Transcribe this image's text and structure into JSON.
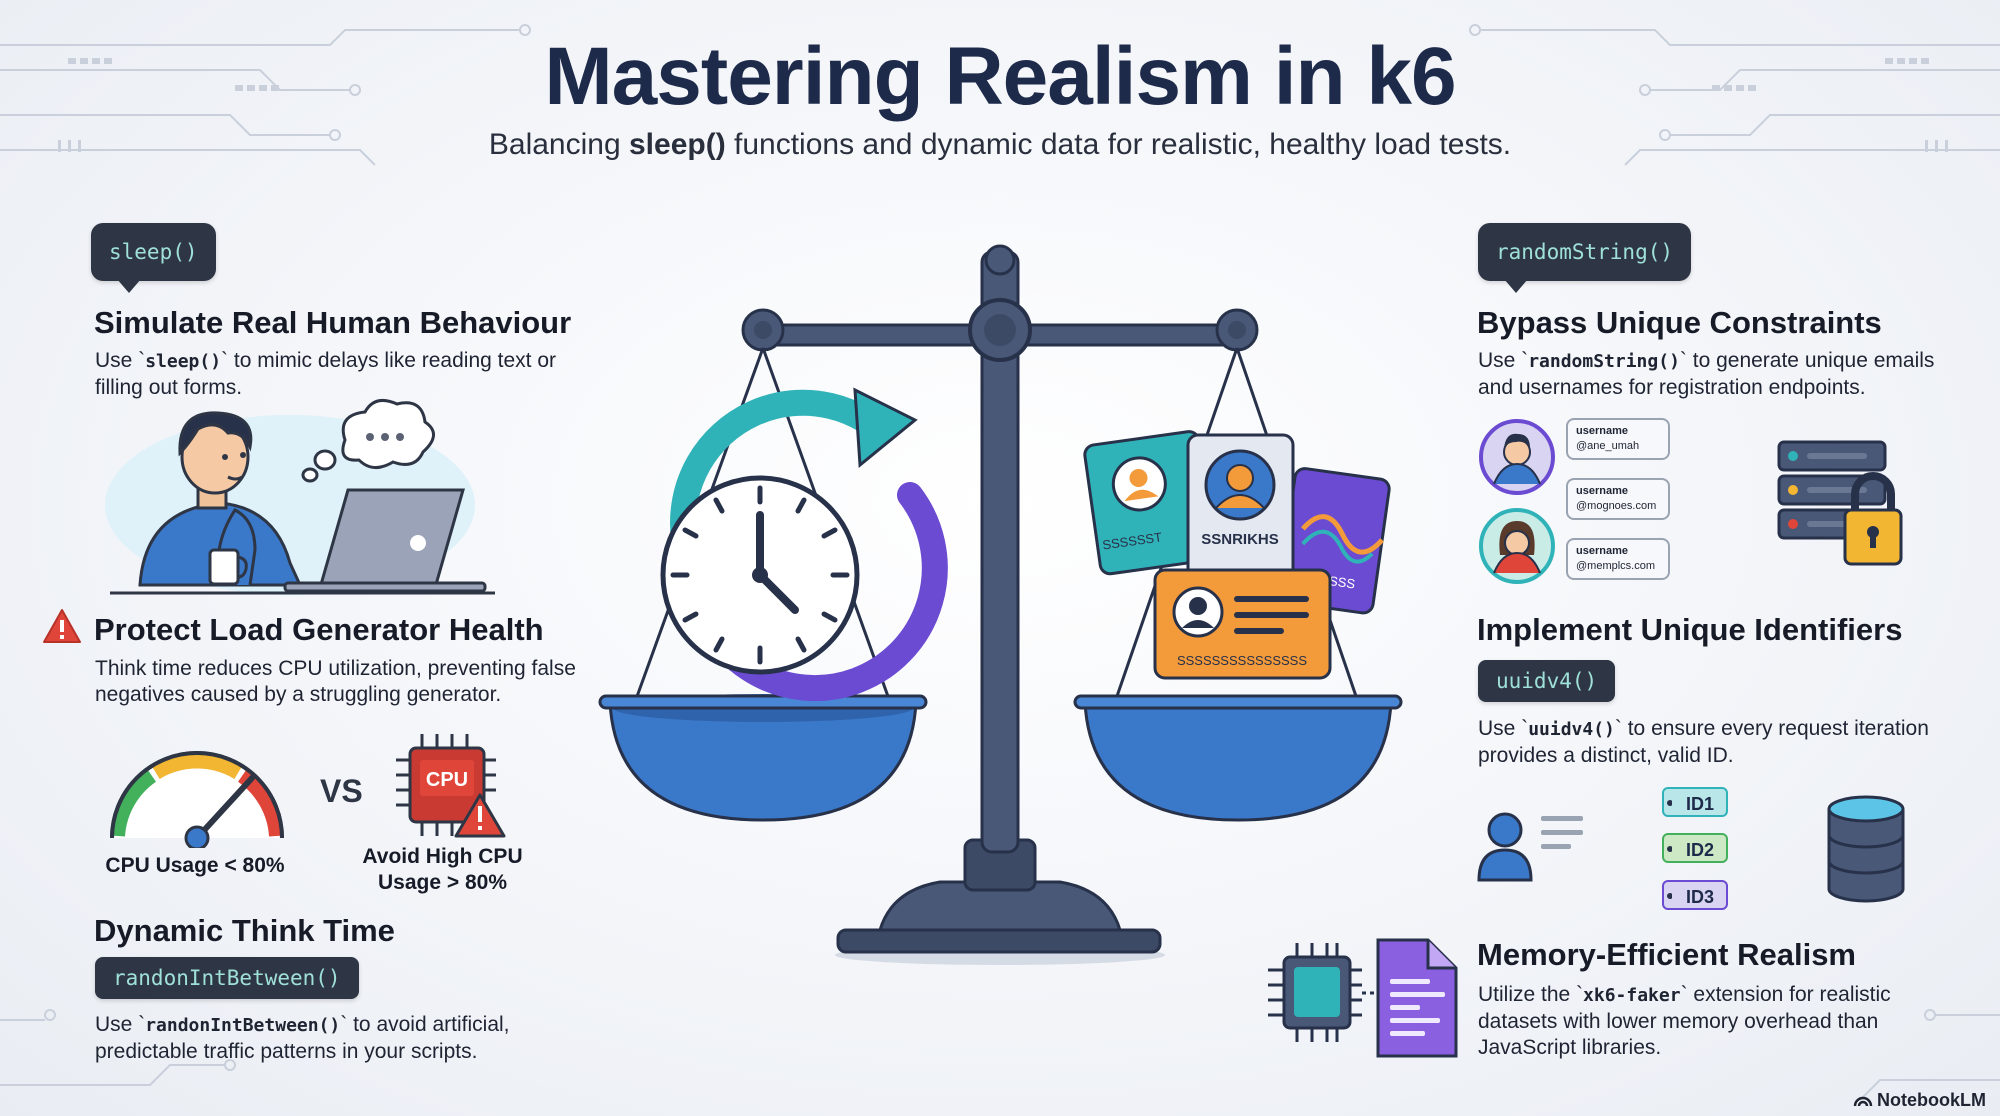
{
  "header": {
    "title": "Mastering Realism in k6",
    "subtitle_prefix": "Balancing ",
    "subtitle_bold": "sleep()",
    "subtitle_suffix": " functions and dynamic data for realistic, healthy load tests."
  },
  "left": {
    "sleep_chip": "sleep()",
    "simulate": {
      "heading": "Simulate Real Human Behaviour",
      "pre": "Use `",
      "code": "sleep()",
      "post": "` to mimic delays like reading text or filling out forms."
    },
    "protect": {
      "heading": "Protect Load Generator Health",
      "body": "Think time reduces CPU utilization, preventing false negatives caused by a struggling generator.",
      "gauge_label": "CPU Usage < 80%",
      "vs": "VS",
      "chip_label": "CPU",
      "avoid_label_1": "Avoid High CPU",
      "avoid_label_2": "Usage > 80%"
    },
    "dynamic": {
      "heading": "Dynamic Think Time",
      "chip": "randonIntBetween()",
      "pre": "Use `",
      "code": "randonIntBetween()",
      "post": "` to avoid artificial, predictable traffic patterns in your scripts."
    }
  },
  "center": {
    "badge_name": "SSNRIKHS",
    "card_text_left": "SSSSSST",
    "card_text_right": "ESSSSSSS",
    "card_text_front": "SSSSSSSSSSSSSSS"
  },
  "right": {
    "random_chip": "randomString()",
    "bypass": {
      "heading": "Bypass Unique Constraints",
      "pre": "Use `",
      "code": "randomString()",
      "post": "` to generate unique emails and usernames for registration endpoints.",
      "cards": [
        {
          "key": "username",
          "value": "@ane_umah"
        },
        {
          "key": "username",
          "value": "@mognoes.com"
        },
        {
          "key": "username",
          "value": "@memplcs.com"
        }
      ]
    },
    "unique": {
      "heading": "Implement Unique Identifiers",
      "chip": "uuidv4()",
      "pre": "Use `",
      "code": "uuidv4()",
      "post": "` to ensure every request iteration provides a distinct, valid ID.",
      "ids": [
        "ID1",
        "ID2",
        "ID3"
      ]
    },
    "memory": {
      "heading": "Memory-Efficient Realism",
      "pre": "Utilize the `",
      "code": "xk6-faker",
      "post": "` extension for realistic datasets with lower memory overhead than JavaScript libraries."
    }
  },
  "footer": {
    "brand": "NotebookLM"
  },
  "colors": {
    "navy": "#1e2a4a",
    "chip_bg": "#2e3646",
    "chip_text": "#9fe0d8",
    "scale_blue": "#3a78c9",
    "teal": "#2fb3b8",
    "purple": "#6b4bd1",
    "orange": "#f39a3a",
    "warning_red": "#e0453a"
  }
}
